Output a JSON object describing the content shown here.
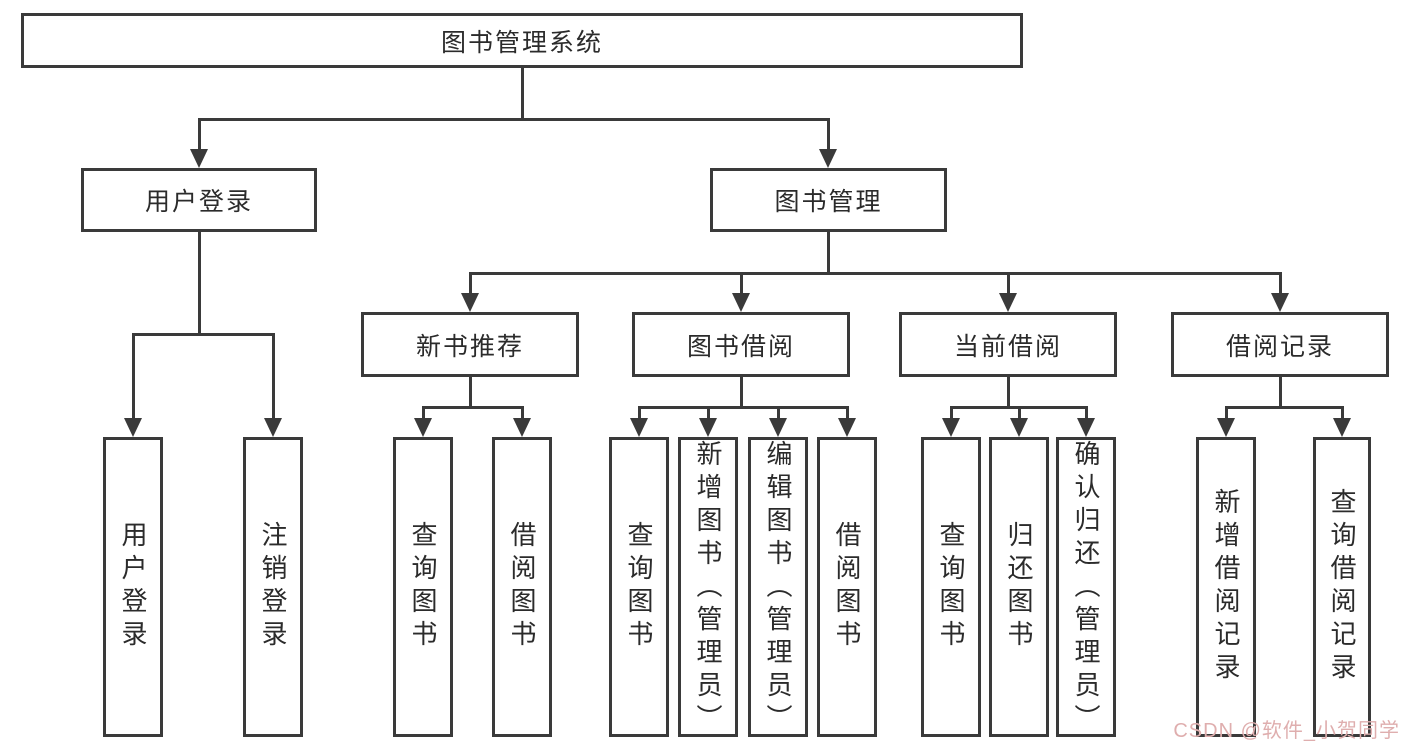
{
  "diagram_title": "图书管理系统",
  "nodes": {
    "root": {
      "label": "图书管理系统"
    },
    "user_login": {
      "label": "用户登录"
    },
    "book_mgmt": {
      "label": "图书管理"
    },
    "new_book_rec": {
      "label": "新书推荐"
    },
    "book_borrow": {
      "label": "图书借阅"
    },
    "current_borrow": {
      "label": "当前借阅"
    },
    "borrow_record": {
      "label": "借阅记录"
    },
    "leaf_user_login": {
      "label": "用户登录"
    },
    "leaf_logout": {
      "label": "注销登录"
    },
    "leaf_query_book_1": {
      "label": "查询图书"
    },
    "leaf_borrow_book_1": {
      "label": "借阅图书"
    },
    "leaf_query_book_2": {
      "label": "查询图书"
    },
    "leaf_add_book": {
      "label": "新增图书（管理员）"
    },
    "leaf_edit_book": {
      "label": "编辑图书（管理员）"
    },
    "leaf_borrow_book_2": {
      "label": "借阅图书"
    },
    "leaf_query_book_3": {
      "label": "查询图书"
    },
    "leaf_return_book": {
      "label": "归还图书"
    },
    "leaf_confirm_return": {
      "label": "确认归还（管理员）"
    },
    "leaf_add_record": {
      "label": "新增借阅记录"
    },
    "leaf_query_record": {
      "label": "查询借阅记录"
    }
  },
  "tree": {
    "图书管理系统": {
      "用户登录": [
        "用户登录",
        "注销登录"
      ],
      "图书管理": {
        "新书推荐": [
          "查询图书",
          "借阅图书"
        ],
        "图书借阅": [
          "查询图书",
          "新增图书（管理员）",
          "编辑图书（管理员）",
          "借阅图书"
        ],
        "当前借阅": [
          "查询图书",
          "归还图书",
          "确认归还（管理员）"
        ],
        "借阅记录": [
          "新增借阅记录",
          "查询借阅记录"
        ]
      }
    }
  },
  "watermark": {
    "text": "CSDN @软件_小贺同学",
    "color": "#dfaeae"
  },
  "colors": {
    "line": "#3a3a3a",
    "text": "#2b2b2b",
    "box_background": "#ffffff",
    "page_background": "#ffffff"
  }
}
